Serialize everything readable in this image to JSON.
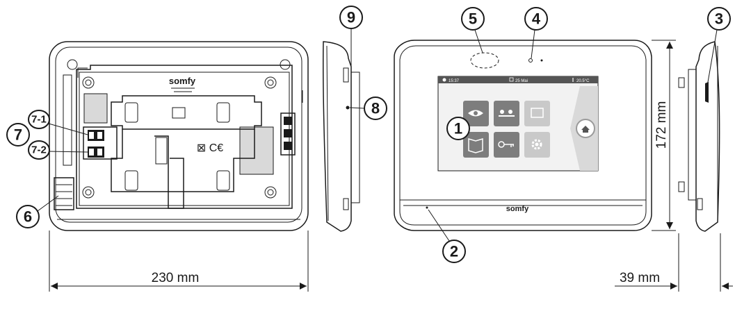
{
  "colors": {
    "line": "#1a1a1a",
    "screen_bg": "#f2f2f2",
    "screen_bar": "#555555",
    "tile_dark": "#7d7d7d",
    "tile_light": "#c9c9c9",
    "panel_grey": "#d9d9d9"
  },
  "brand": {
    "back_logo": "somfy",
    "front_logo": "somfy"
  },
  "back_view": {
    "marks": "⊠ C€"
  },
  "screen": {
    "time": "15:37",
    "date": "25 Mai",
    "temperature": "20.5°C"
  },
  "callouts": {
    "c1": "1",
    "c2": "2",
    "c3": "3",
    "c4": "4",
    "c5": "5",
    "c6": "6",
    "c7": "7",
    "c7_1": "7-1",
    "c7_2": "7-2",
    "c8": "8",
    "c9": "9"
  },
  "dimensions": {
    "width": "230 mm",
    "height": "172 mm",
    "depth": "39 mm"
  },
  "icons": [
    "eye-icon",
    "people-icon",
    "photo-icon",
    "book-icon",
    "key-icon",
    "gear-icon",
    "home-icon",
    "clock-icon",
    "calendar-icon",
    "thermometer-icon"
  ]
}
